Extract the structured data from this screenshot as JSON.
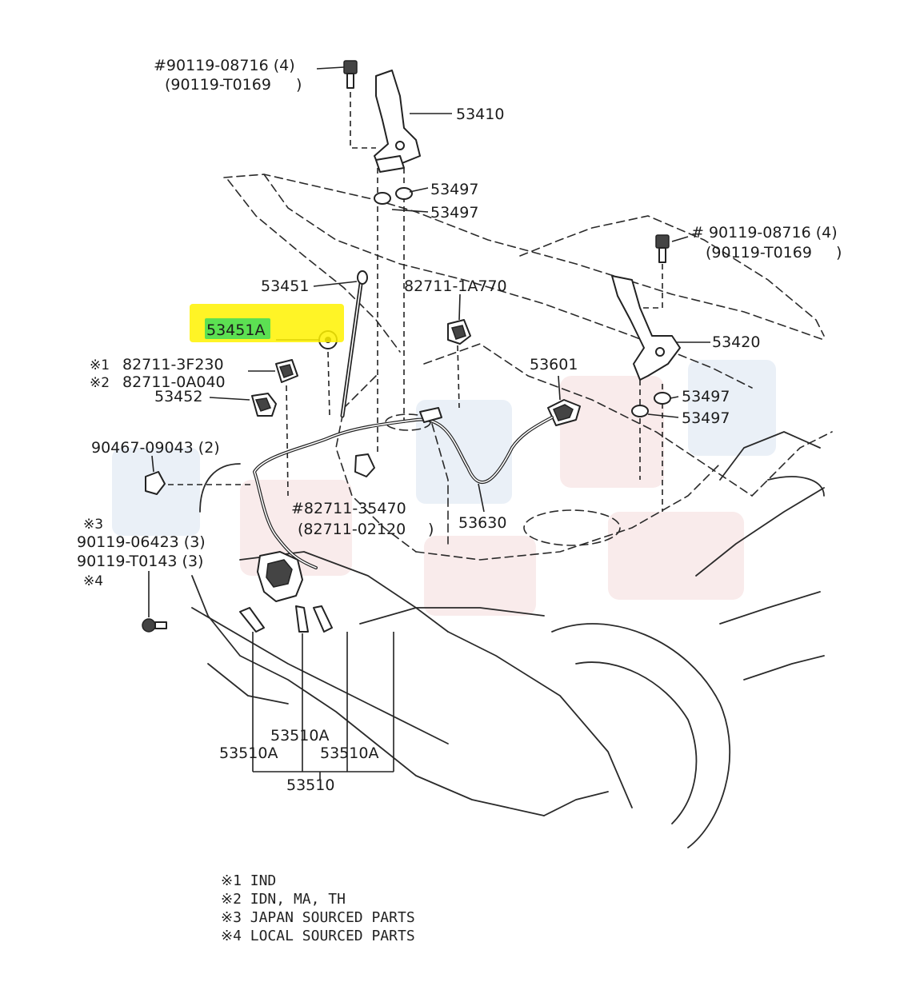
{
  "labels": {
    "top_bolt_a": "#90119-08716 (4)",
    "top_bolt_b": "(90119-T0169",
    "top_bolt_paren": ")",
    "hinge_left": "53410",
    "washer_1": "53497",
    "washer_2": "53497",
    "right_bolt_a": "# 90119-08716 (4)",
    "right_bolt_b": "(90119-T0169",
    "right_bolt_paren": ")",
    "support_rod": "53451",
    "cushion_hl": "53451A",
    "clip_top": "82711-1A770",
    "hinge_right": "53420",
    "clip_1_mark": "※1",
    "clip_1": "82711-3F230",
    "clip_2_mark": "※2",
    "clip_2": "82711-0A040",
    "holder": "53452",
    "cable_clamp": "53601",
    "washer_3": "53497",
    "washer_4": "53497",
    "bolt_clip": "90467-09043 (2)",
    "clip_mid_a": "#82711-35470",
    "clip_mid_b": "(82711-02120",
    "clip_mid_paren": ")",
    "cable": "53630",
    "note3_mark": "※3",
    "bolt_3": "90119-06423 (3)",
    "bolt_4": "90119-T0143 (3)",
    "note4_mark": "※4",
    "lock_a1": "53510A",
    "lock_a2": "53510A",
    "lock_a3": "53510A",
    "lock": "53510"
  },
  "notes": [
    "※1 IND",
    "※2 IDN, MA, TH",
    "※3 JAPAN SOURCED PARTS",
    "※4 LOCAL SOURCED PARTS"
  ],
  "colors": {
    "highlight": "#fff200",
    "highlight_text_bg": "#3fdc5a",
    "line": "#222222"
  }
}
